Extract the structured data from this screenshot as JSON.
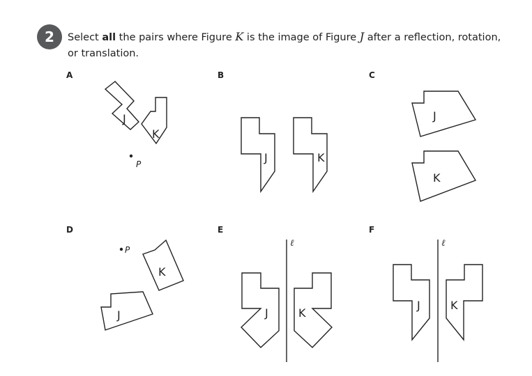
{
  "question": {
    "number": "2",
    "text_before": "Select ",
    "text_bold": "all",
    "text_mid1": " the pairs where Figure ",
    "fig_k": "K",
    "text_mid2": " is the image of Figure ",
    "fig_j": "J",
    "text_after": " after a reflection, rotation, or translation."
  },
  "options": {
    "A": {
      "label": "A",
      "j": "J",
      "k": "K",
      "point": "P"
    },
    "B": {
      "label": "B",
      "j": "J",
      "k": "K"
    },
    "C": {
      "label": "C",
      "j": "J",
      "k": "K"
    },
    "D": {
      "label": "D",
      "j": "J",
      "k": "K",
      "point": "P"
    },
    "E": {
      "label": "E",
      "j": "J",
      "k": "K",
      "line": "ℓ"
    },
    "F": {
      "label": "F",
      "j": "J",
      "k": "K",
      "line": "ℓ"
    }
  }
}
